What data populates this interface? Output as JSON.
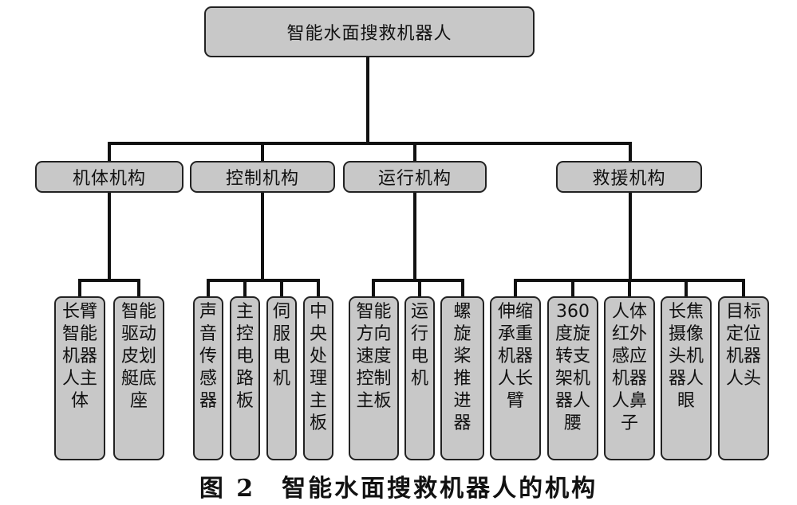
{
  "root": "智能水面搜救机器人",
  "categories": [
    {
      "label": "机体机构",
      "items": [
        "长臂\n智能\n机器\n人主\n体",
        "智能\n驱动\n皮划\n艇底\n座"
      ]
    },
    {
      "label": "控制机构",
      "items": [
        "声\n音\n传\n感\n器",
        "主\n控\n电\n路\n板",
        "伺\n服\n电\n机",
        "中\n央\n处\n理\n主\n板"
      ]
    },
    {
      "label": "运行机构",
      "items": [
        "智能\n方向\n速度\n控制\n主板",
        "运\n行\n电\n机",
        "螺\n旋\n桨\n推\n进\n器"
      ]
    },
    {
      "label": "救援机构",
      "items": [
        "伸缩\n承重\n机器\n人长\n臂",
        "360\n度旋\n转支\n架机\n器人\n腰",
        "人体\n红外\n感应\n机器\n人鼻\n子",
        "长焦\n摄像\n头机\n器人\n眼",
        "目标\n定位\n机器\n人头"
      ]
    }
  ],
  "caption": "图 2　智能水面搜救机器人的机构"
}
